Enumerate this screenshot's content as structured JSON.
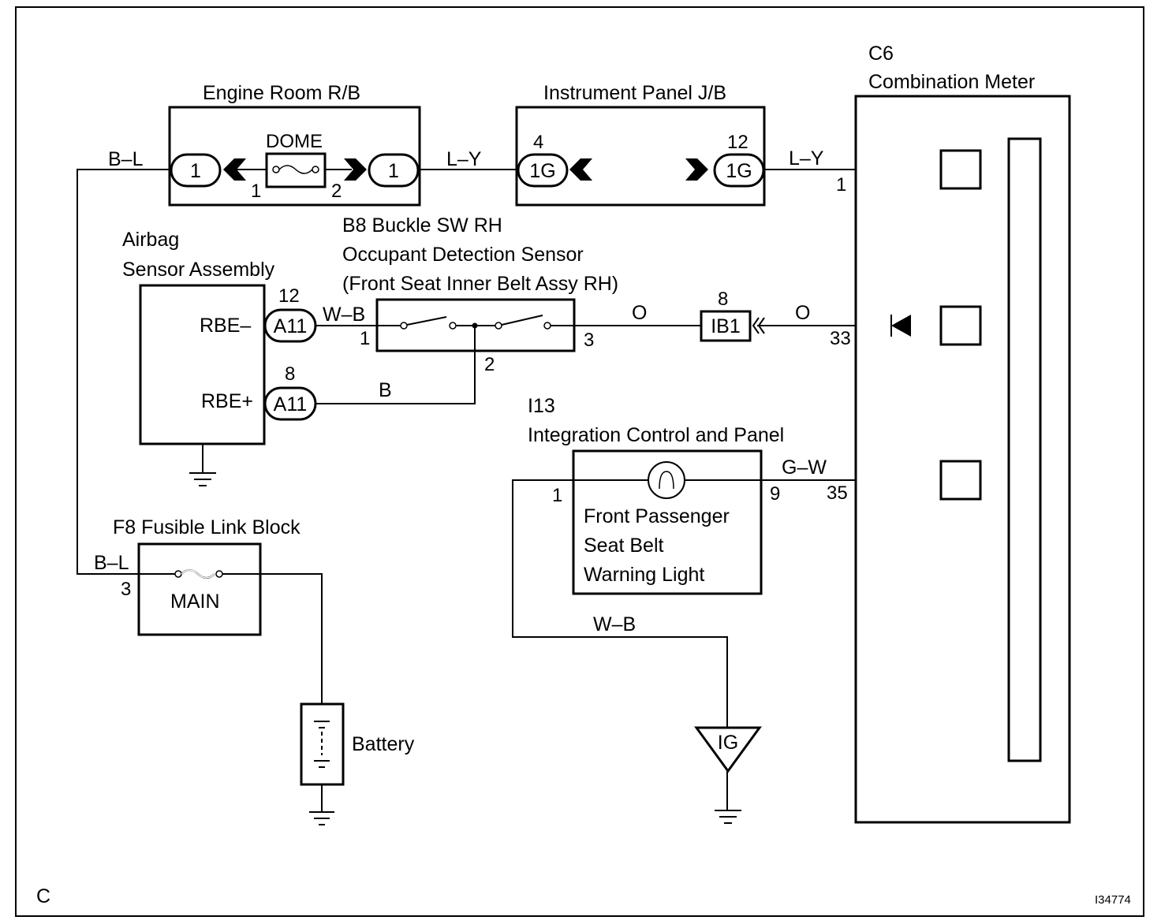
{
  "components": {
    "engine_room": {
      "title": "Engine Room R/B",
      "fuse": "DOME",
      "conn_left": "1",
      "conn_right": "1",
      "pin_left": "1",
      "pin_right": "2"
    },
    "instrument_panel": {
      "title": "Instrument Panel J/B",
      "conn_left": "1G",
      "conn_right": "1G",
      "pin_left": "4",
      "pin_right": "12"
    },
    "combination_meter": {
      "code": "C6",
      "title": "Combination Meter",
      "pin_top": "1",
      "pin_mid": "33",
      "pin_bottom": "35"
    },
    "airbag": {
      "title_line1": "Airbag",
      "title_line2": "Sensor Assembly",
      "rbe_minus": "RBE–",
      "rbe_plus": "RBE+",
      "conn": "A11",
      "pin_minus": "12",
      "pin_plus": "8"
    },
    "buckle": {
      "line1": "B8 Buckle SW RH",
      "line2": "Occupant Detection Sensor",
      "line3": "(Front Seat Inner Belt Assy RH)",
      "pin1": "1",
      "pin2": "2",
      "pin3": "3"
    },
    "ib1": {
      "label": "IB1",
      "pin": "8"
    },
    "integration": {
      "code": "I13",
      "title": "Integration Control and Panel",
      "light_line1": "Front Passenger",
      "light_line2": "Seat Belt",
      "light_line3": "Warning Light",
      "pin1": "1",
      "pin9": "9"
    },
    "fusible": {
      "title": "F8 Fusible Link Block",
      "fuse": "MAIN",
      "pin": "3"
    },
    "battery": {
      "label": "Battery"
    },
    "ig": {
      "label": "IG"
    }
  },
  "wires": {
    "bl_top": "B–L",
    "bl_bottom": "B–L",
    "ly_left": "L–Y",
    "ly_right": "L–Y",
    "wb_buckle": "W–B",
    "b_buckle": "B",
    "o_left": "O",
    "o_right": "O",
    "gw": "G–W",
    "wb_ig": "W–B"
  },
  "corner_letter": "C",
  "figure_id": "I34774"
}
